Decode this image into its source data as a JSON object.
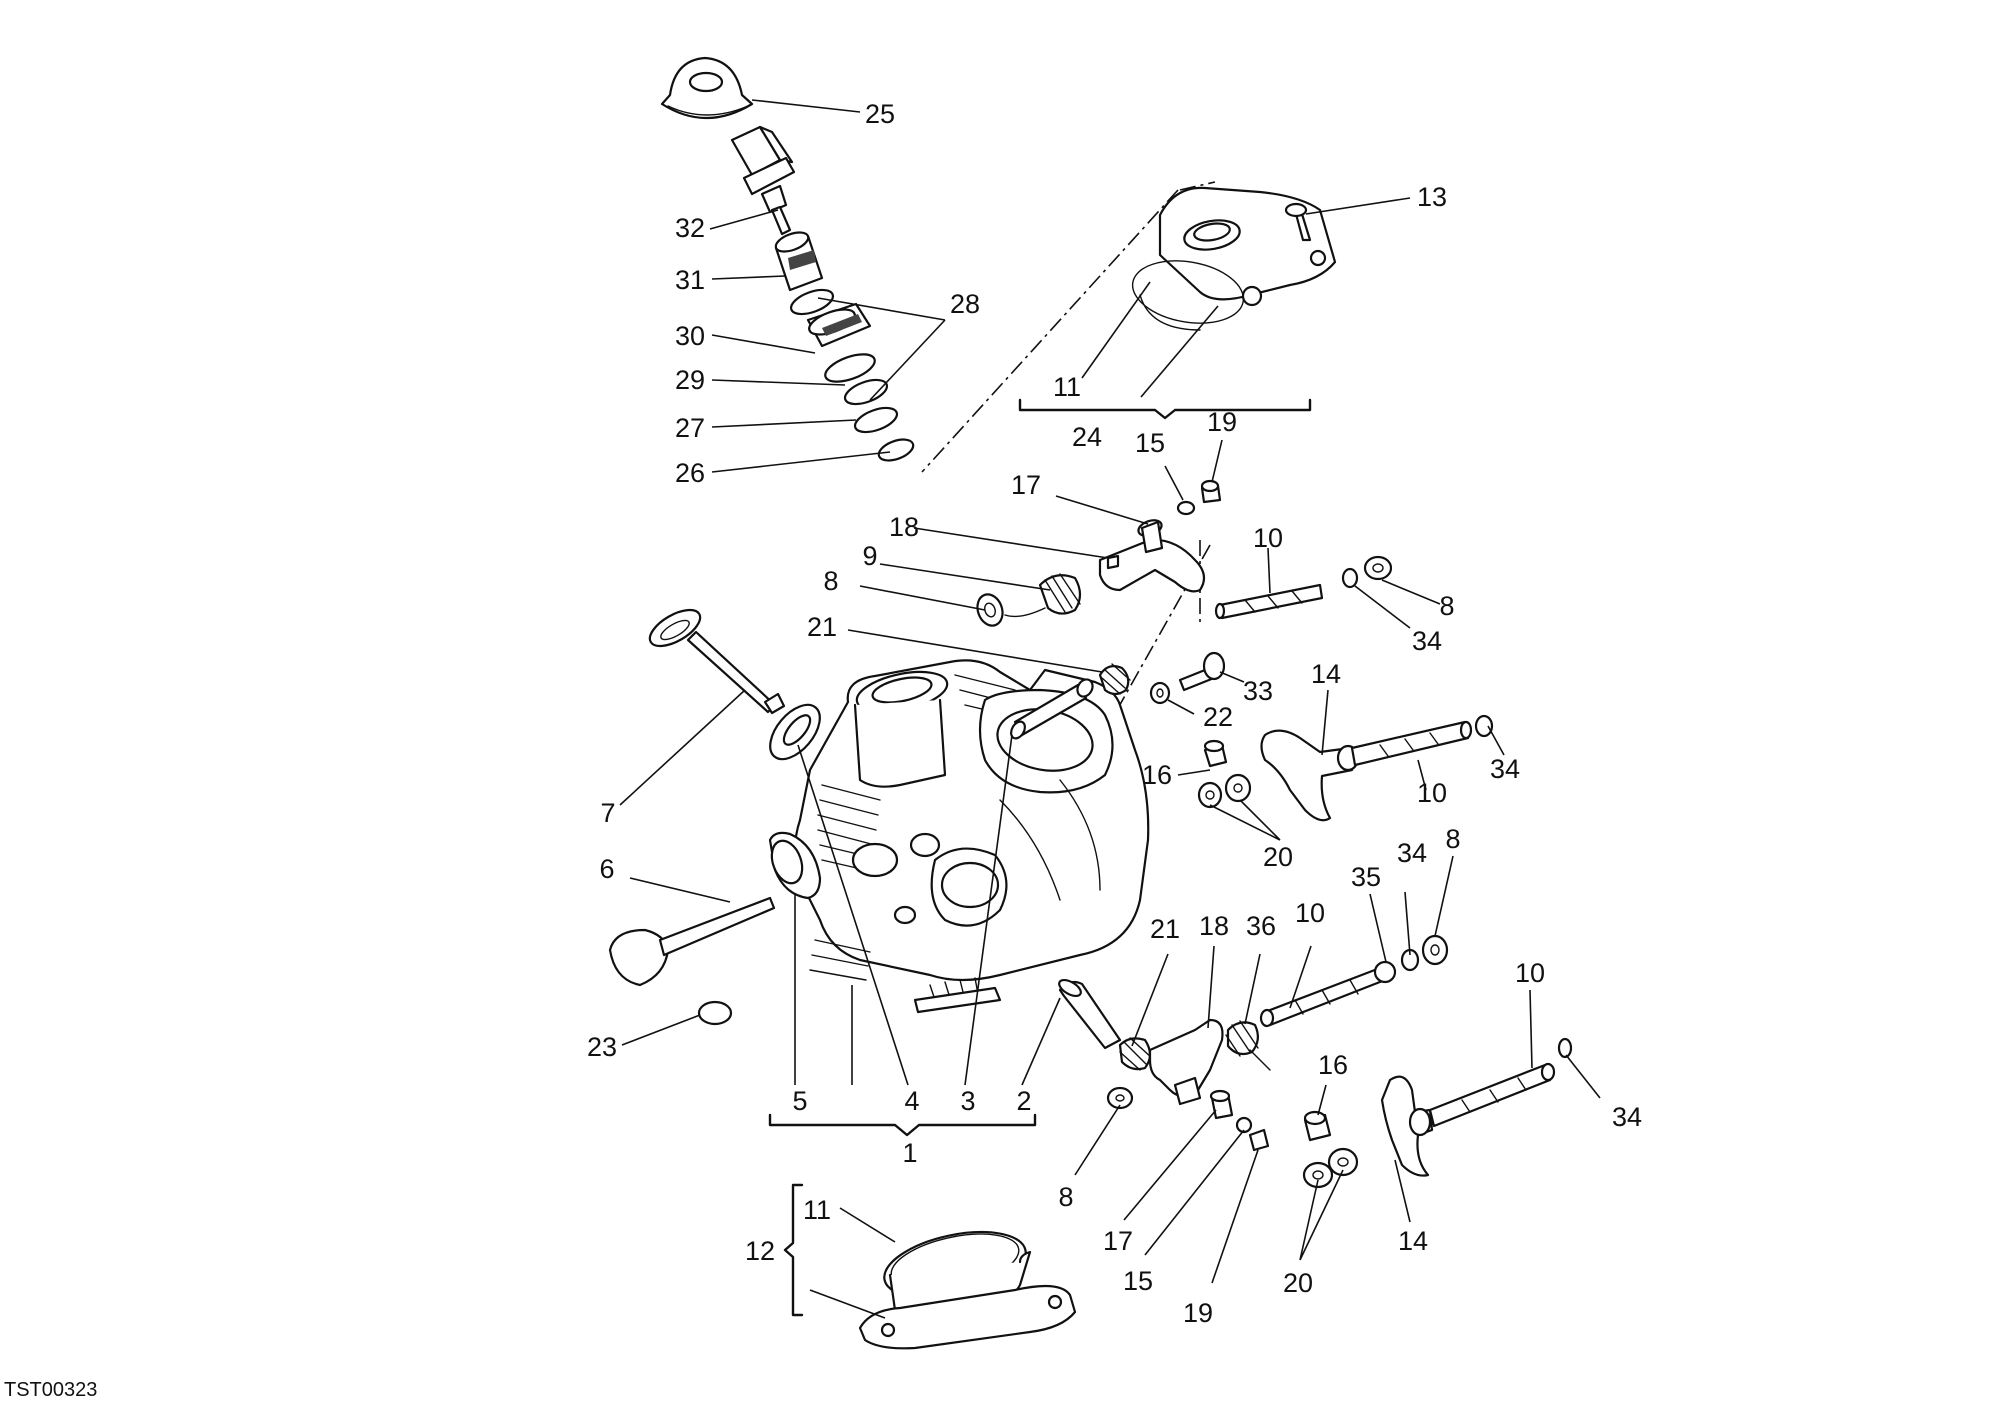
{
  "drawing_code": "TST00323",
  "callouts": [
    "25",
    "13",
    "32",
    "31",
    "28",
    "30",
    "29",
    "27",
    "26",
    "11",
    "24",
    "15",
    "19",
    "17",
    "18",
    "9",
    "8",
    "10",
    "8",
    "34",
    "21",
    "33",
    "22",
    "14",
    "7",
    "16",
    "10",
    "34",
    "20",
    "6",
    "34",
    "8",
    "35",
    "10",
    "21",
    "18",
    "36",
    "10",
    "23",
    "5",
    "4",
    "3",
    "2",
    "1",
    "8",
    "16",
    "34",
    "17",
    "15",
    "19",
    "20",
    "14",
    "12",
    "11"
  ]
}
